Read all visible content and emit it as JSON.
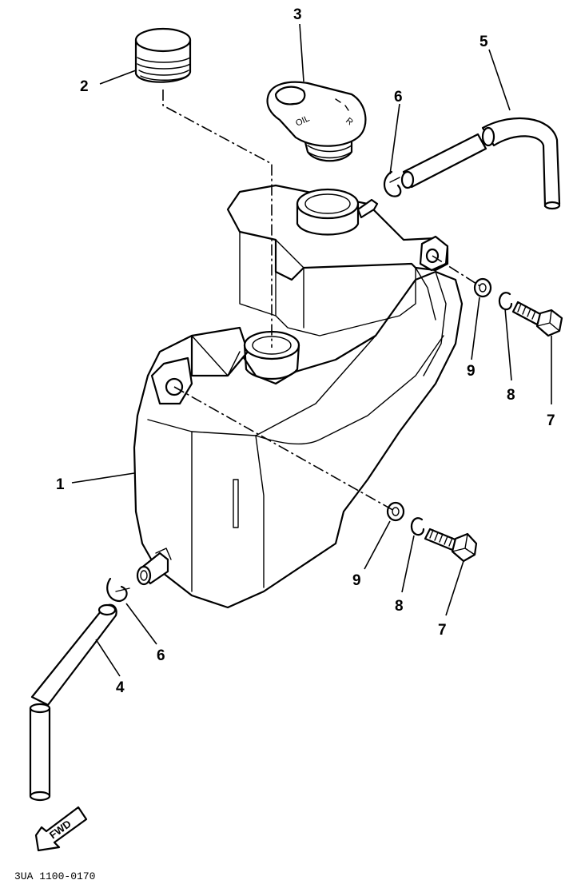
{
  "callouts": {
    "c1": "1",
    "c2": "2",
    "c3": "3",
    "c4": "4",
    "c5": "5",
    "c6a": "6",
    "c6b": "6",
    "c7a": "7",
    "c7b": "7",
    "c8a": "8",
    "c8b": "8",
    "c9a": "9",
    "c9b": "9"
  },
  "cap_text": "OIL",
  "cap_text_b": "R",
  "arrow_label": "FWD",
  "drawing_code": "3UA 1100-0170"
}
